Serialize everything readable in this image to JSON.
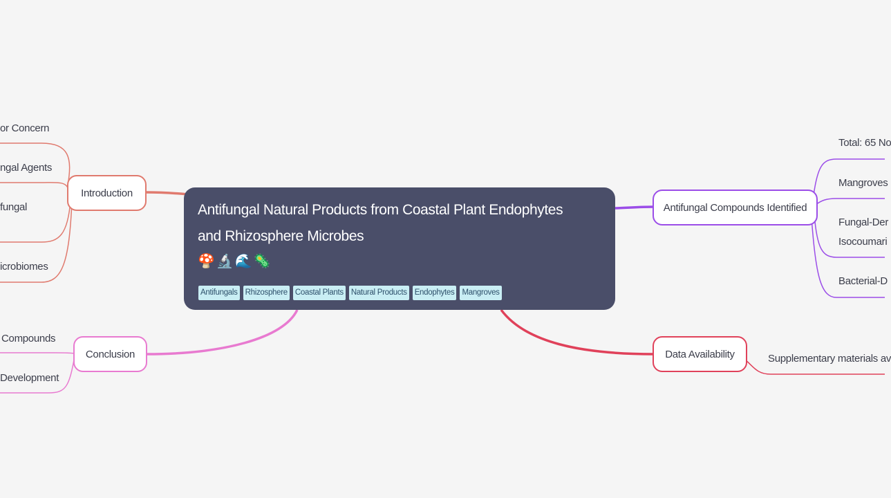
{
  "central": {
    "title": "Antifungal Natural Products from Coastal Plant Endophytes and Rhizosphere Microbes",
    "emojis": "🍄🔬🌊🦠",
    "tags": [
      "Antifungals",
      "Rhizosphere",
      "Coastal Plants",
      "Natural Products",
      "Endophytes",
      "Mangroves"
    ]
  },
  "branches": {
    "introduction": {
      "label": "Introduction",
      "color": "#e07a6e",
      "children": [
        "or Concern",
        "ngal Agents",
        "fungal",
        "icrobiomes"
      ]
    },
    "conclusion": {
      "label": "Conclusion",
      "color": "#e87ad0",
      "children": [
        "Compounds",
        "Development"
      ]
    },
    "antifungal_compounds": {
      "label": "Antifungal Compounds Identified",
      "color": "#9b4de8",
      "children": [
        "Total: 65 No",
        "Mangroves",
        "Fungal-Der",
        "Isocoumari",
        "Bacterial-D"
      ]
    },
    "data_availability": {
      "label": "Data Availability",
      "color": "#e0415a",
      "children": [
        "Supplementary materials av"
      ]
    }
  },
  "colors": {
    "background": "#f5f5f5",
    "central_bg": "#4a4e69",
    "tag_bg": "#c9eef4"
  }
}
